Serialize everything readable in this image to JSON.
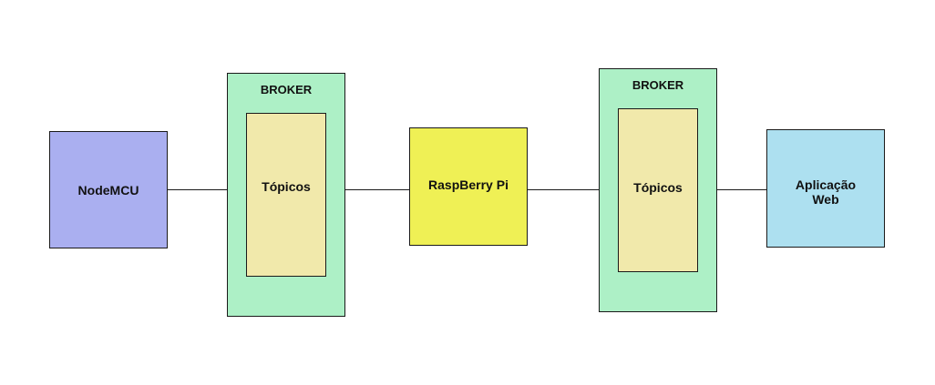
{
  "diagram": {
    "nodemcu": {
      "label": "NodeMCU",
      "color": "#aaaff0"
    },
    "broker_left": {
      "title": "BROKER",
      "color": "#adf0c6",
      "topics": {
        "label": "Tópicos",
        "color": "#f1e9ab"
      }
    },
    "raspberry": {
      "label": "RaspBerry Pi",
      "color": "#eff055"
    },
    "broker_right": {
      "title": "BROKER",
      "color": "#adf0c6",
      "topics": {
        "label": "Tópicos",
        "color": "#f1e9ab"
      }
    },
    "webapp": {
      "label": "Aplicação\nWeb",
      "color": "#ade0f0"
    }
  }
}
